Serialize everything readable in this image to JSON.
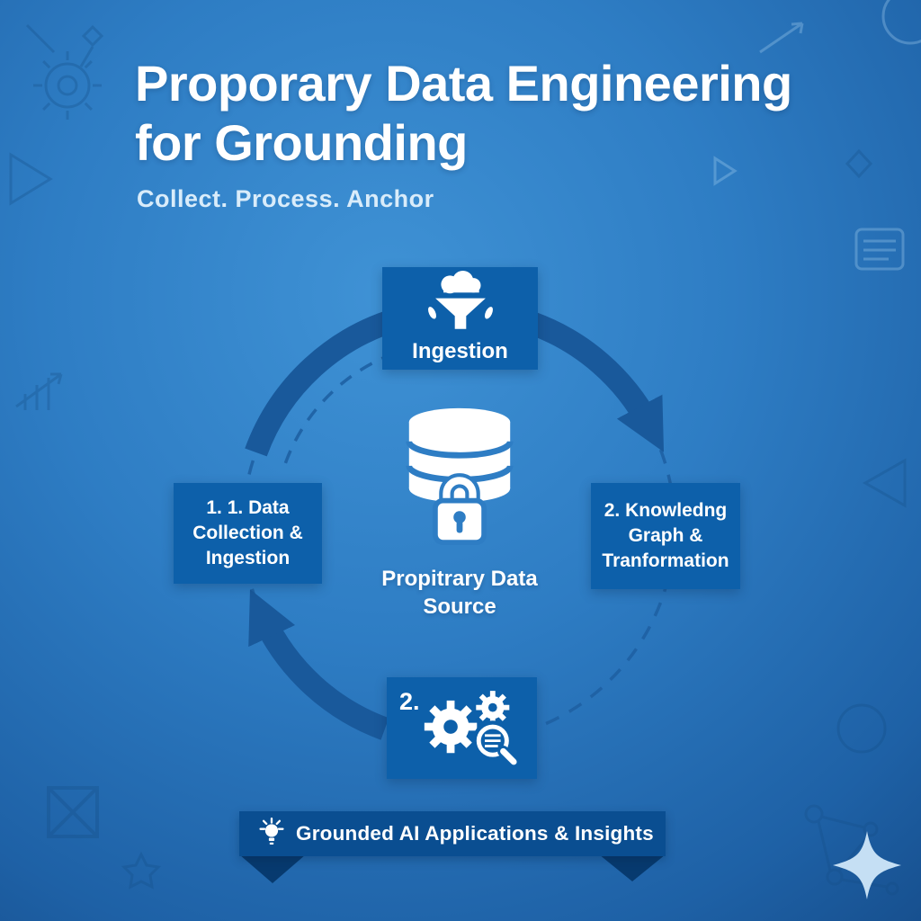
{
  "header": {
    "title_line1": "Proporary Data Engineering",
    "title_line2": "for Grounding",
    "subtitle": "Collect. Process. Anchor"
  },
  "cycle": {
    "top_node": "Ingestion",
    "left_node": "1.  1. Data\nCollection &\nIngestion",
    "right_node": "2. Knowledng\nGraph &\nTranformation",
    "bottom_node_number": "2.",
    "center_node": "Propitrary Data\nSource"
  },
  "banner": {
    "label": "Grounded AI Applications & Insights"
  },
  "icons": {
    "top_node": "cloud-funnel-ingestion-icon",
    "bottom_node": "gears-magnifier-icon",
    "center_node": "database-lock-icon",
    "banner": "lightbulb-icon",
    "background": [
      "gear-icon",
      "diamond-icon",
      "play-triangle-icon",
      "bar-chart-arrow-icon",
      "list-rows-icon",
      "square-x-icon",
      "star-icon",
      "network-graph-icon",
      "circle-outline-icon",
      "sparkle-icon",
      "diagonal-arrow-icon"
    ]
  },
  "colors": {
    "background_light": "#3f92d5",
    "background_dark": "#17508f",
    "node_fill": "#0d60aa",
    "arrow": "#19599b",
    "banner_fill": "#0a4e91",
    "banner_fold": "#073a6f",
    "text": "#ffffff",
    "sparkle": "#cfe7f9"
  }
}
